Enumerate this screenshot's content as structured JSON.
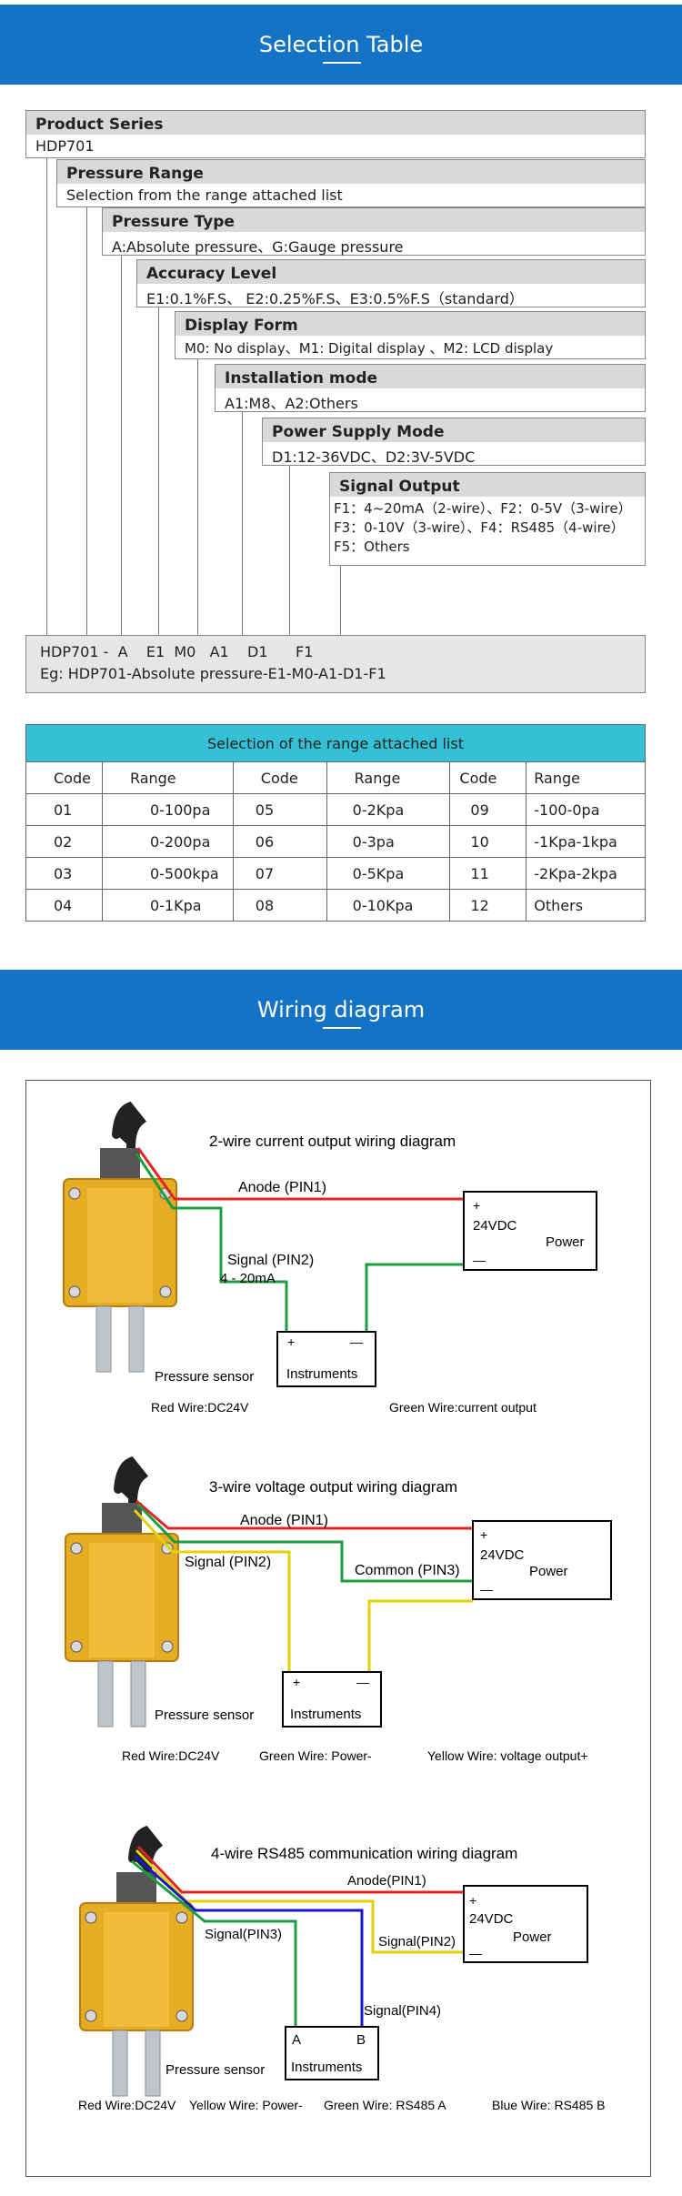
{
  "banner1": {
    "title": "Selection Table"
  },
  "banner2": {
    "title": "Wiring diagram"
  },
  "selection": {
    "product_series": {
      "label": "Product Series",
      "value": "HDP701"
    },
    "pressure_range": {
      "label": "Pressure Range",
      "value": "Selection from the range attached list"
    },
    "pressure_type": {
      "label": "Pressure Type",
      "value": "A:Absolute pressure、G:Gauge pressure"
    },
    "accuracy": {
      "label": "Accuracy Level",
      "value": "E1:0.1%F.S、 E2:0.25%F.S、E3:0.5%F.S（standard）"
    },
    "display": {
      "label": "Display Form",
      "value": "M0: No display、M1: Digital display 、M2: LCD display"
    },
    "install": {
      "label": "Installation mode",
      "value": "A1:M8、A2:Others"
    },
    "power": {
      "label": "Power Supply Mode",
      "value": "D1:12-36VDC、D2:3V-5VDC"
    },
    "signal": {
      "label": "Signal Output",
      "line1": "F1：4~20mA（2-wire）、F2：0-5V（3-wire）",
      "line2": "F3：0-10V（3-wire）、F4：RS485（4-wire）",
      "line3": "F5：Others"
    },
    "code_line": "HDP701 -  A    E1  M0   A1    D1      F1",
    "example": "Eg: HDP701-Absolute pressure-E1-M0-A1-D1-F1"
  },
  "range_table": {
    "title": "Selection of the range attached list",
    "headers": [
      "Code",
      "Range",
      "Code",
      "Range",
      "Code",
      "Range"
    ],
    "rows": [
      [
        "01",
        "0-100pa",
        "05",
        "0-2Kpa",
        "09",
        "-100-0pa"
      ],
      [
        "02",
        "0-200pa",
        "06",
        "0-3pa",
        "10",
        "-1Kpa-1kpa"
      ],
      [
        "03",
        "0-500kpa",
        "07",
        "0-5Kpa",
        "11",
        "-2Kpa-2kpa"
      ],
      [
        "04",
        "0-1Kpa",
        "08",
        "0-10Kpa",
        "12",
        "Others"
      ]
    ]
  },
  "d1": {
    "title": "2-wire current output wiring diagram",
    "anode": "Anode (PIN1)",
    "signal": "Signal  (PIN2)",
    "ma": "4 - 20mA",
    "vdc": "24VDC",
    "power": "Power",
    "plus": "+",
    "minus": "—",
    "inst": "Instruments",
    "sensor": "Pressure sensor",
    "red": "Red Wire:DC24V",
    "green": "Green Wire:current output"
  },
  "d2": {
    "title": "3-wire voltage output wiring diagram",
    "anode": "Anode (PIN1)",
    "signal": "Signal  (PIN2)",
    "common": "Common (PIN3)",
    "vdc": "24VDC",
    "power": "Power",
    "plus": "+",
    "minus": "—",
    "inst": "Instruments",
    "sensor": "Pressure sensor",
    "red": "Red Wire:DC24V",
    "green": "Green Wire: Power-",
    "yellow": "Yellow Wire: voltage output+"
  },
  "d3": {
    "title": "4-wire RS485 communication wiring diagram",
    "anode": "Anode(PIN1)",
    "sig3": "Signal(PIN3)",
    "sig2": "Signal(PIN2)",
    "sig4": "Signal(PIN4)",
    "vdc": "24VDC",
    "power": "Power",
    "plus": "+",
    "minus": "—",
    "a": "A",
    "b": "B",
    "inst": "Instruments",
    "sensor": "Pressure sensor",
    "red": "Red Wire:DC24V",
    "yellow": "Yellow Wire: Power-",
    "green": "Green Wire: RS485 A",
    "blue": "Blue Wire: RS485 B"
  }
}
